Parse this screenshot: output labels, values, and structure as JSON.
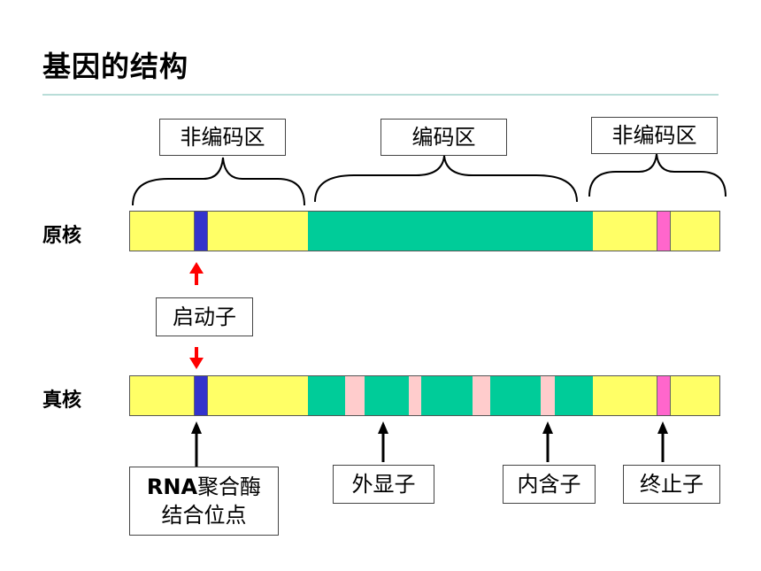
{
  "title": "基因的结构",
  "region_labels": {
    "noncoding_left": "非编码区",
    "coding": "编码区",
    "noncoding_right": "非编码区"
  },
  "rows": {
    "prokaryote": "原核",
    "eukaryote": "真核"
  },
  "elements": {
    "promoter": "启动子",
    "rna_binding_prefix": "RNA",
    "rna_binding_rest": "聚合酶",
    "rna_binding_line2": "结合位点",
    "exon": "外显子",
    "intron": "内含子",
    "terminator": "终止子"
  },
  "colors": {
    "noncoding": "#ffff66",
    "coding_exon": "#00cc99",
    "intron": "#ffcccc",
    "promoter_site": "#3333cc",
    "terminator_site": "#ff66cc",
    "promoter_arrow": "#ff0000",
    "brace": "#000000",
    "title_rule": "#b9ddd8"
  }
}
